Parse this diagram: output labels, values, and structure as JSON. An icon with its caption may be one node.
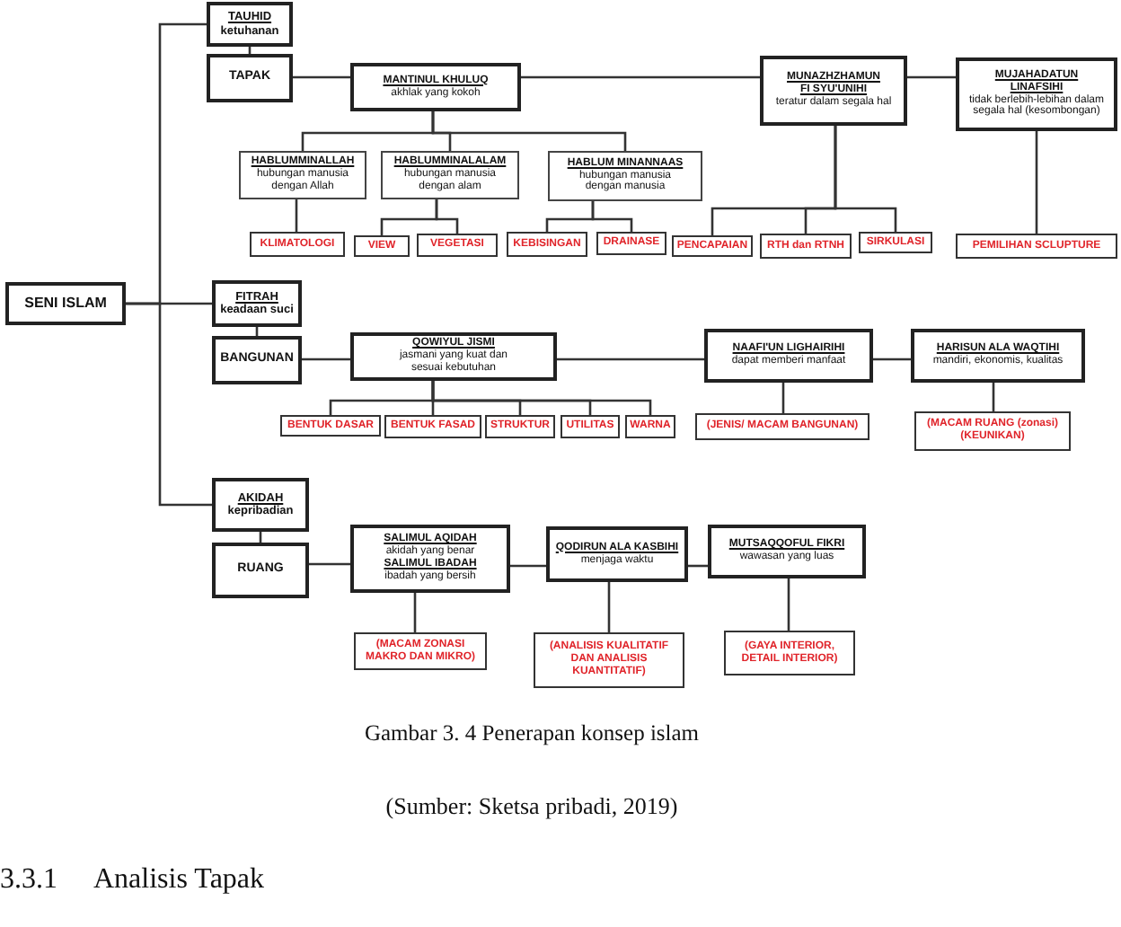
{
  "diagram": {
    "caption": "Gambar 3. 4 Penerapan konsep islam",
    "nodes": [
      {
        "text": [
          "SENI ISLAM"
        ]
      },
      {
        "text": [
          "TAUHID",
          "ketuhanan"
        ]
      },
      {
        "text": [
          "TAPAK"
        ]
      },
      {
        "text": [
          "MANTINUL KHULUQ",
          "akhlak yang kokoh"
        ]
      },
      {
        "text": [
          "MUNAZHZHAMUN FI SYU'UNIHI",
          "teratur dalam segala hal"
        ]
      },
      {
        "text": [
          "MUJAHADATUN LINAFSIHI",
          "tidak berlebih-lebihan dalam segala hal (kesombongan)"
        ]
      },
      {
        "text": [
          "HABLUMMINALLAH",
          "hubungan manusia dengan Allah"
        ]
      },
      {
        "text": [
          "HABLUMMINALALAM",
          "hubungan manusia dengan alam"
        ]
      },
      {
        "text": [
          "HABLUM MINANNAAS",
          "hubungan manusia dengan manusia"
        ]
      },
      {
        "text": [
          "KLIMATOLOGI"
        ]
      },
      {
        "text": [
          "VIEW"
        ]
      },
      {
        "text": [
          "VEGETASI"
        ]
      },
      {
        "text": [
          "KEBISINGAN"
        ]
      },
      {
        "text": [
          "DRAINASE"
        ]
      },
      {
        "text": [
          "PENCAPAIAN"
        ]
      },
      {
        "text": [
          "RTH dan RTNH"
        ]
      },
      {
        "text": [
          "SIRKULASI"
        ]
      },
      {
        "text": [
          "PEMILIHAN SCLUPTURE"
        ]
      },
      {
        "text": [
          "FITRAH",
          "keadaan suci"
        ]
      },
      {
        "text": [
          "BANGUNAN"
        ]
      },
      {
        "text": [
          "QOWIYUL JISMI",
          "jasmani yang kuat dan sesuai kebutuhan"
        ]
      },
      {
        "text": [
          "NAAFI'UN LIGHAIRIHI",
          "dapat memberi manfaat"
        ]
      },
      {
        "text": [
          "HARISUN ALA WAQTIHI",
          "mandiri, ekonomis, kualitas"
        ]
      },
      {
        "text": [
          "BENTUK DASAR"
        ]
      },
      {
        "text": [
          "BENTUK FASAD"
        ]
      },
      {
        "text": [
          "STRUKTUR"
        ]
      },
      {
        "text": [
          "UTILITAS"
        ]
      },
      {
        "text": [
          "WARNA"
        ]
      },
      {
        "text": [
          "(JENIS/ MACAM BANGUNAN)"
        ]
      },
      {
        "text": [
          "(MACAM RUANG (zonasi) (KEUNIKAN)"
        ]
      },
      {
        "text": [
          "AKIDAH",
          "kepribadian"
        ]
      },
      {
        "text": [
          "RUANG"
        ]
      },
      {
        "text": [
          "SALIMUL AQIDAH",
          "akidah yang benar",
          "SALIMUL IBADAH",
          "ibadah yang bersih"
        ]
      },
      {
        "text": [
          "QODIRUN ALA KASBIHI",
          "menjaga waktu"
        ]
      },
      {
        "text": [
          "MUTSAQQOFUL FIKRI",
          "wawasan yang luas"
        ]
      },
      {
        "text": [
          "(MACAM ZONASI MAKRO DAN MIKRO)"
        ]
      },
      {
        "text": [
          "(ANALISIS KUALITATIF DAN ANALISIS KUANTITATIF)"
        ]
      },
      {
        "text": [
          "(GAYA INTERIOR, DETAIL INTERIOR)"
        ]
      }
    ],
    "edges": [
      {
        "from": 0,
        "to": 1,
        "arrow": "none"
      },
      {
        "from": 0,
        "to": 18,
        "arrow": "none"
      },
      {
        "from": 0,
        "to": 30,
        "arrow": "none"
      },
      {
        "from": 1,
        "to": 2,
        "arrow": "none"
      },
      {
        "from": 2,
        "to": 3,
        "arrow": "none"
      },
      {
        "from": 3,
        "to": 4,
        "arrow": "none"
      },
      {
        "from": 4,
        "to": 5,
        "arrow": "none"
      },
      {
        "from": 3,
        "to": 6,
        "arrow": "none"
      },
      {
        "from": 3,
        "to": 7,
        "arrow": "none"
      },
      {
        "from": 3,
        "to": 8,
        "arrow": "none"
      },
      {
        "from": 6,
        "to": 9,
        "arrow": "none"
      },
      {
        "from": 7,
        "to": 10,
        "arrow": "none"
      },
      {
        "from": 7,
        "to": 11,
        "arrow": "none"
      },
      {
        "from": 8,
        "to": 12,
        "arrow": "none"
      },
      {
        "from": 8,
        "to": 13,
        "arrow": "none"
      },
      {
        "from": 4,
        "to": 14,
        "arrow": "none"
      },
      {
        "from": 4,
        "to": 15,
        "arrow": "none"
      },
      {
        "from": 4,
        "to": 16,
        "arrow": "none"
      },
      {
        "from": 5,
        "to": 17,
        "arrow": "none"
      },
      {
        "from": 18,
        "to": 19,
        "arrow": "none"
      },
      {
        "from": 19,
        "to": 20,
        "arrow": "none"
      },
      {
        "from": 20,
        "to": 21,
        "arrow": "none"
      },
      {
        "from": 21,
        "to": 22,
        "arrow": "none"
      },
      {
        "from": 20,
        "to": 23,
        "arrow": "none"
      },
      {
        "from": 20,
        "to": 24,
        "arrow": "none"
      },
      {
        "from": 20,
        "to": 25,
        "arrow": "none"
      },
      {
        "from": 20,
        "to": 26,
        "arrow": "none"
      },
      {
        "from": 20,
        "to": 27,
        "arrow": "none"
      },
      {
        "from": 21,
        "to": 28,
        "arrow": "none"
      },
      {
        "from": 22,
        "to": 29,
        "arrow": "none"
      },
      {
        "from": 30,
        "to": 31,
        "arrow": "none"
      },
      {
        "from": 31,
        "to": 32,
        "arrow": "none"
      },
      {
        "from": 32,
        "to": 33,
        "arrow": "none"
      },
      {
        "from": 33,
        "to": 34,
        "arrow": "none"
      },
      {
        "from": 32,
        "to": 35,
        "arrow": "none"
      },
      {
        "from": 33,
        "to": 36,
        "arrow": "none"
      },
      {
        "from": 34,
        "to": 37,
        "arrow": "none"
      }
    ],
    "labels": [
      "(Sumber: Sketsa pribadi, 2019)",
      "3.3.1",
      "Analisis Tapak"
    ]
  }
}
